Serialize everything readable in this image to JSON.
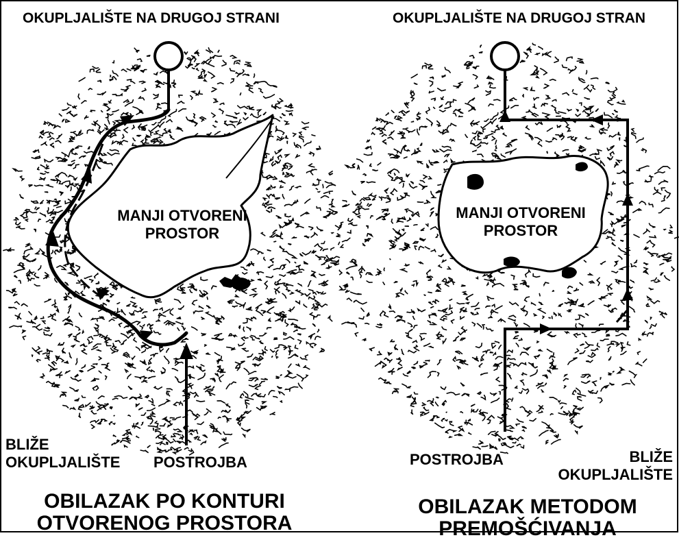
{
  "left_panel": {
    "top_label": "OKUPLJALIŠTE NA DRUGOJ STRANI",
    "open_area_line1": "MANJI OTVORENI",
    "open_area_line2": "PROSTOR",
    "near_rally_line1": "BLIŽE",
    "near_rally_line2": "OKUPLJALIŠTE",
    "unit_label": "POSTROJBA",
    "caption_line1": "OBILAZAK PO KONTURI",
    "caption_line2": "OTVORENOG PROSTORA"
  },
  "right_panel": {
    "top_label": "OKUPLJALIŠTE NA DRUGOJ STRAN",
    "open_area_line1": "MANJI OTVORENI",
    "open_area_line2": "PROSTOR",
    "unit_label": "POSTROJBA",
    "near_rally_line1": "BLIŽE",
    "near_rally_line2": "OKUPLJALIŠTE",
    "caption_line1": "OBILAZAK METODOM",
    "caption_line2": "PREMOŠĆIVANJA"
  },
  "colors": {
    "ink": "#000000",
    "paper": "#ffffff"
  }
}
